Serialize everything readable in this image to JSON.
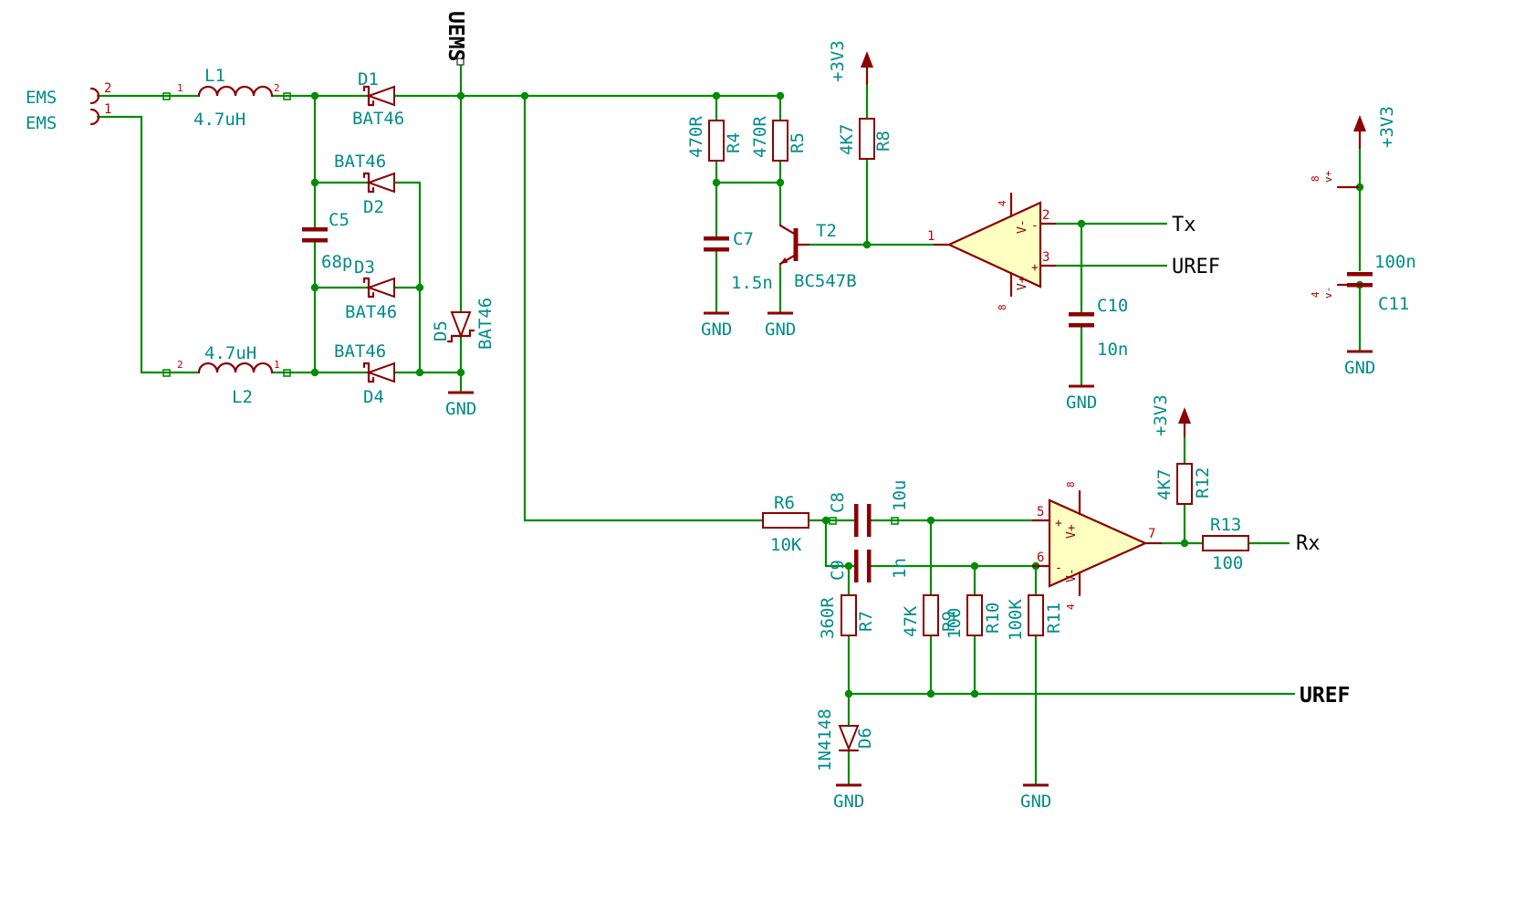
{
  "palette": {
    "wire": "#008C00",
    "symbol": "#8B0000",
    "value_text": "#008B8B",
    "pin_text": "#C40000",
    "net_text": "#000000",
    "opamp_fill": "#FFFFC2",
    "background": "#FFFFFF"
  },
  "connector": {
    "label_top": "EMS",
    "label_bottom": "EMS",
    "pin_top": "2",
    "pin_bottom": "1"
  },
  "inductors": {
    "l1": {
      "ref": "L1",
      "value": "4.7uH",
      "pin_left": "1",
      "pin_right": "2"
    },
    "l2": {
      "ref": "L2",
      "value": "4.7uH",
      "pin_left": "2",
      "pin_right": "1"
    }
  },
  "diodes": {
    "d1": {
      "ref": "D1",
      "value": "BAT46"
    },
    "d2": {
      "ref": "D2",
      "value": "BAT46"
    },
    "d3": {
      "ref": "D3",
      "value": "BAT46"
    },
    "d4": {
      "ref": "D4",
      "value": "BAT46"
    },
    "d5": {
      "ref": "D5",
      "value": "BAT46"
    },
    "d6": {
      "ref": "D6",
      "value": "1N4148"
    }
  },
  "capacitors": {
    "c5": {
      "ref": "C5",
      "value": "68p"
    },
    "c7": {
      "ref": "C7",
      "value": "1.5n"
    },
    "c8": {
      "ref": "C8",
      "value": "10u"
    },
    "c9": {
      "ref": "C9",
      "value": "1n"
    },
    "c10": {
      "ref": "C10",
      "value": "10n"
    },
    "c11": {
      "ref": "C11",
      "value": "100n"
    }
  },
  "resistors": {
    "r4": {
      "ref": "R4",
      "value": "470R"
    },
    "r5": {
      "ref": "R5",
      "value": "470R"
    },
    "r6": {
      "ref": "R6",
      "value": "10K"
    },
    "r7": {
      "ref": "R7",
      "value": "360R"
    },
    "r8": {
      "ref": "R8",
      "value": "4K7"
    },
    "r9": {
      "ref": "R9",
      "value": "47K"
    },
    "r10": {
      "ref": "R10",
      "value": "100"
    },
    "r11": {
      "ref": "R11",
      "value": "100K"
    },
    "r12": {
      "ref": "R12",
      "value": "4K7"
    },
    "r13": {
      "ref": "R13",
      "value": "100"
    }
  },
  "transistor": {
    "ref": "T2",
    "value": "BC547B"
  },
  "opamp_a": {
    "pin_out": "1",
    "pin_in_neg": "2",
    "pin_in_pos": "3",
    "pin_vminus": "4",
    "pin_vplus": "8",
    "label_vplus": "V+",
    "label_vminus": "V-",
    "mark_plus": "+",
    "mark_minus": "-"
  },
  "opamp_b": {
    "pin_in_pos": "5",
    "pin_in_neg": "6",
    "pin_out": "7",
    "pin_vplus": "8",
    "pin_vminus": "4",
    "label_vplus": "V+",
    "label_vminus": "V-",
    "mark_plus": "+",
    "mark_minus": "-"
  },
  "power": {
    "v33": "+3V3",
    "gnd": "GND"
  },
  "power_flag": {
    "pin_vplus": "8",
    "name_vplus": "v+",
    "pin_vminus": "4",
    "name_vminus": "v-"
  },
  "nets": {
    "uems": "UEMS",
    "tx": "Tx",
    "uref_top": "UREF",
    "rx": "Rx",
    "uref_bottom": "UREF"
  }
}
